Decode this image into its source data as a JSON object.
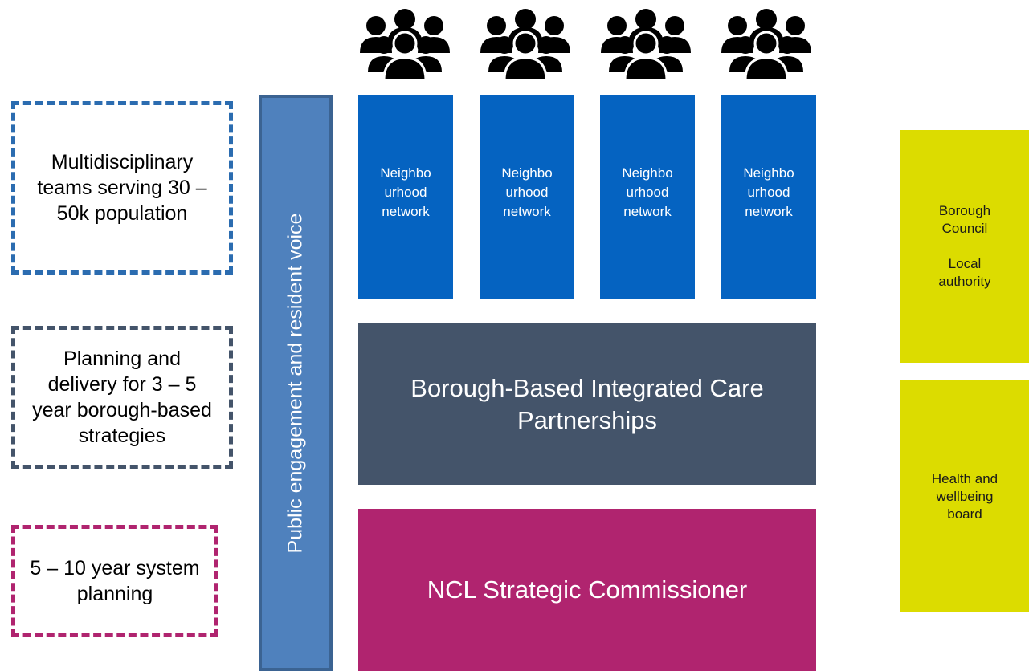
{
  "left_boxes": [
    {
      "text": "Multidisciplinary teams serving 30 – 50k population",
      "border_color": "#2b6cb0"
    },
    {
      "text": "Planning and delivery for 3 – 5 year borough-based strategies",
      "border_color": "#44546a"
    },
    {
      "text": "5 – 10 year system planning",
      "border_color": "#b0246f"
    }
  ],
  "voice_bar": {
    "text": "Public engagement and resident voice",
    "color": "#4f81bd"
  },
  "people_icons": [
    "people-group-icon",
    "people-group-icon",
    "people-group-icon",
    "people-group-icon"
  ],
  "neighbourhood_networks": [
    {
      "label": "Neighbo urhood network"
    },
    {
      "label": "Neighbo urhood network"
    },
    {
      "label": "Neighbo urhood network"
    },
    {
      "label": "Neighbo urhood network"
    }
  ],
  "icp_box": {
    "text": "Borough-Based Integrated Care Partnerships",
    "color": "#44546a"
  },
  "ncl_box": {
    "text": "NCL Strategic Commissioner",
    "color": "#b0246f"
  },
  "right_boxes": [
    {
      "text": "Borough\nCouncil\n\nLocal\nauthority",
      "color": "#dcdc00"
    },
    {
      "text": "Health and\nwellbeing\nboard",
      "color": "#dcdc00"
    }
  ]
}
